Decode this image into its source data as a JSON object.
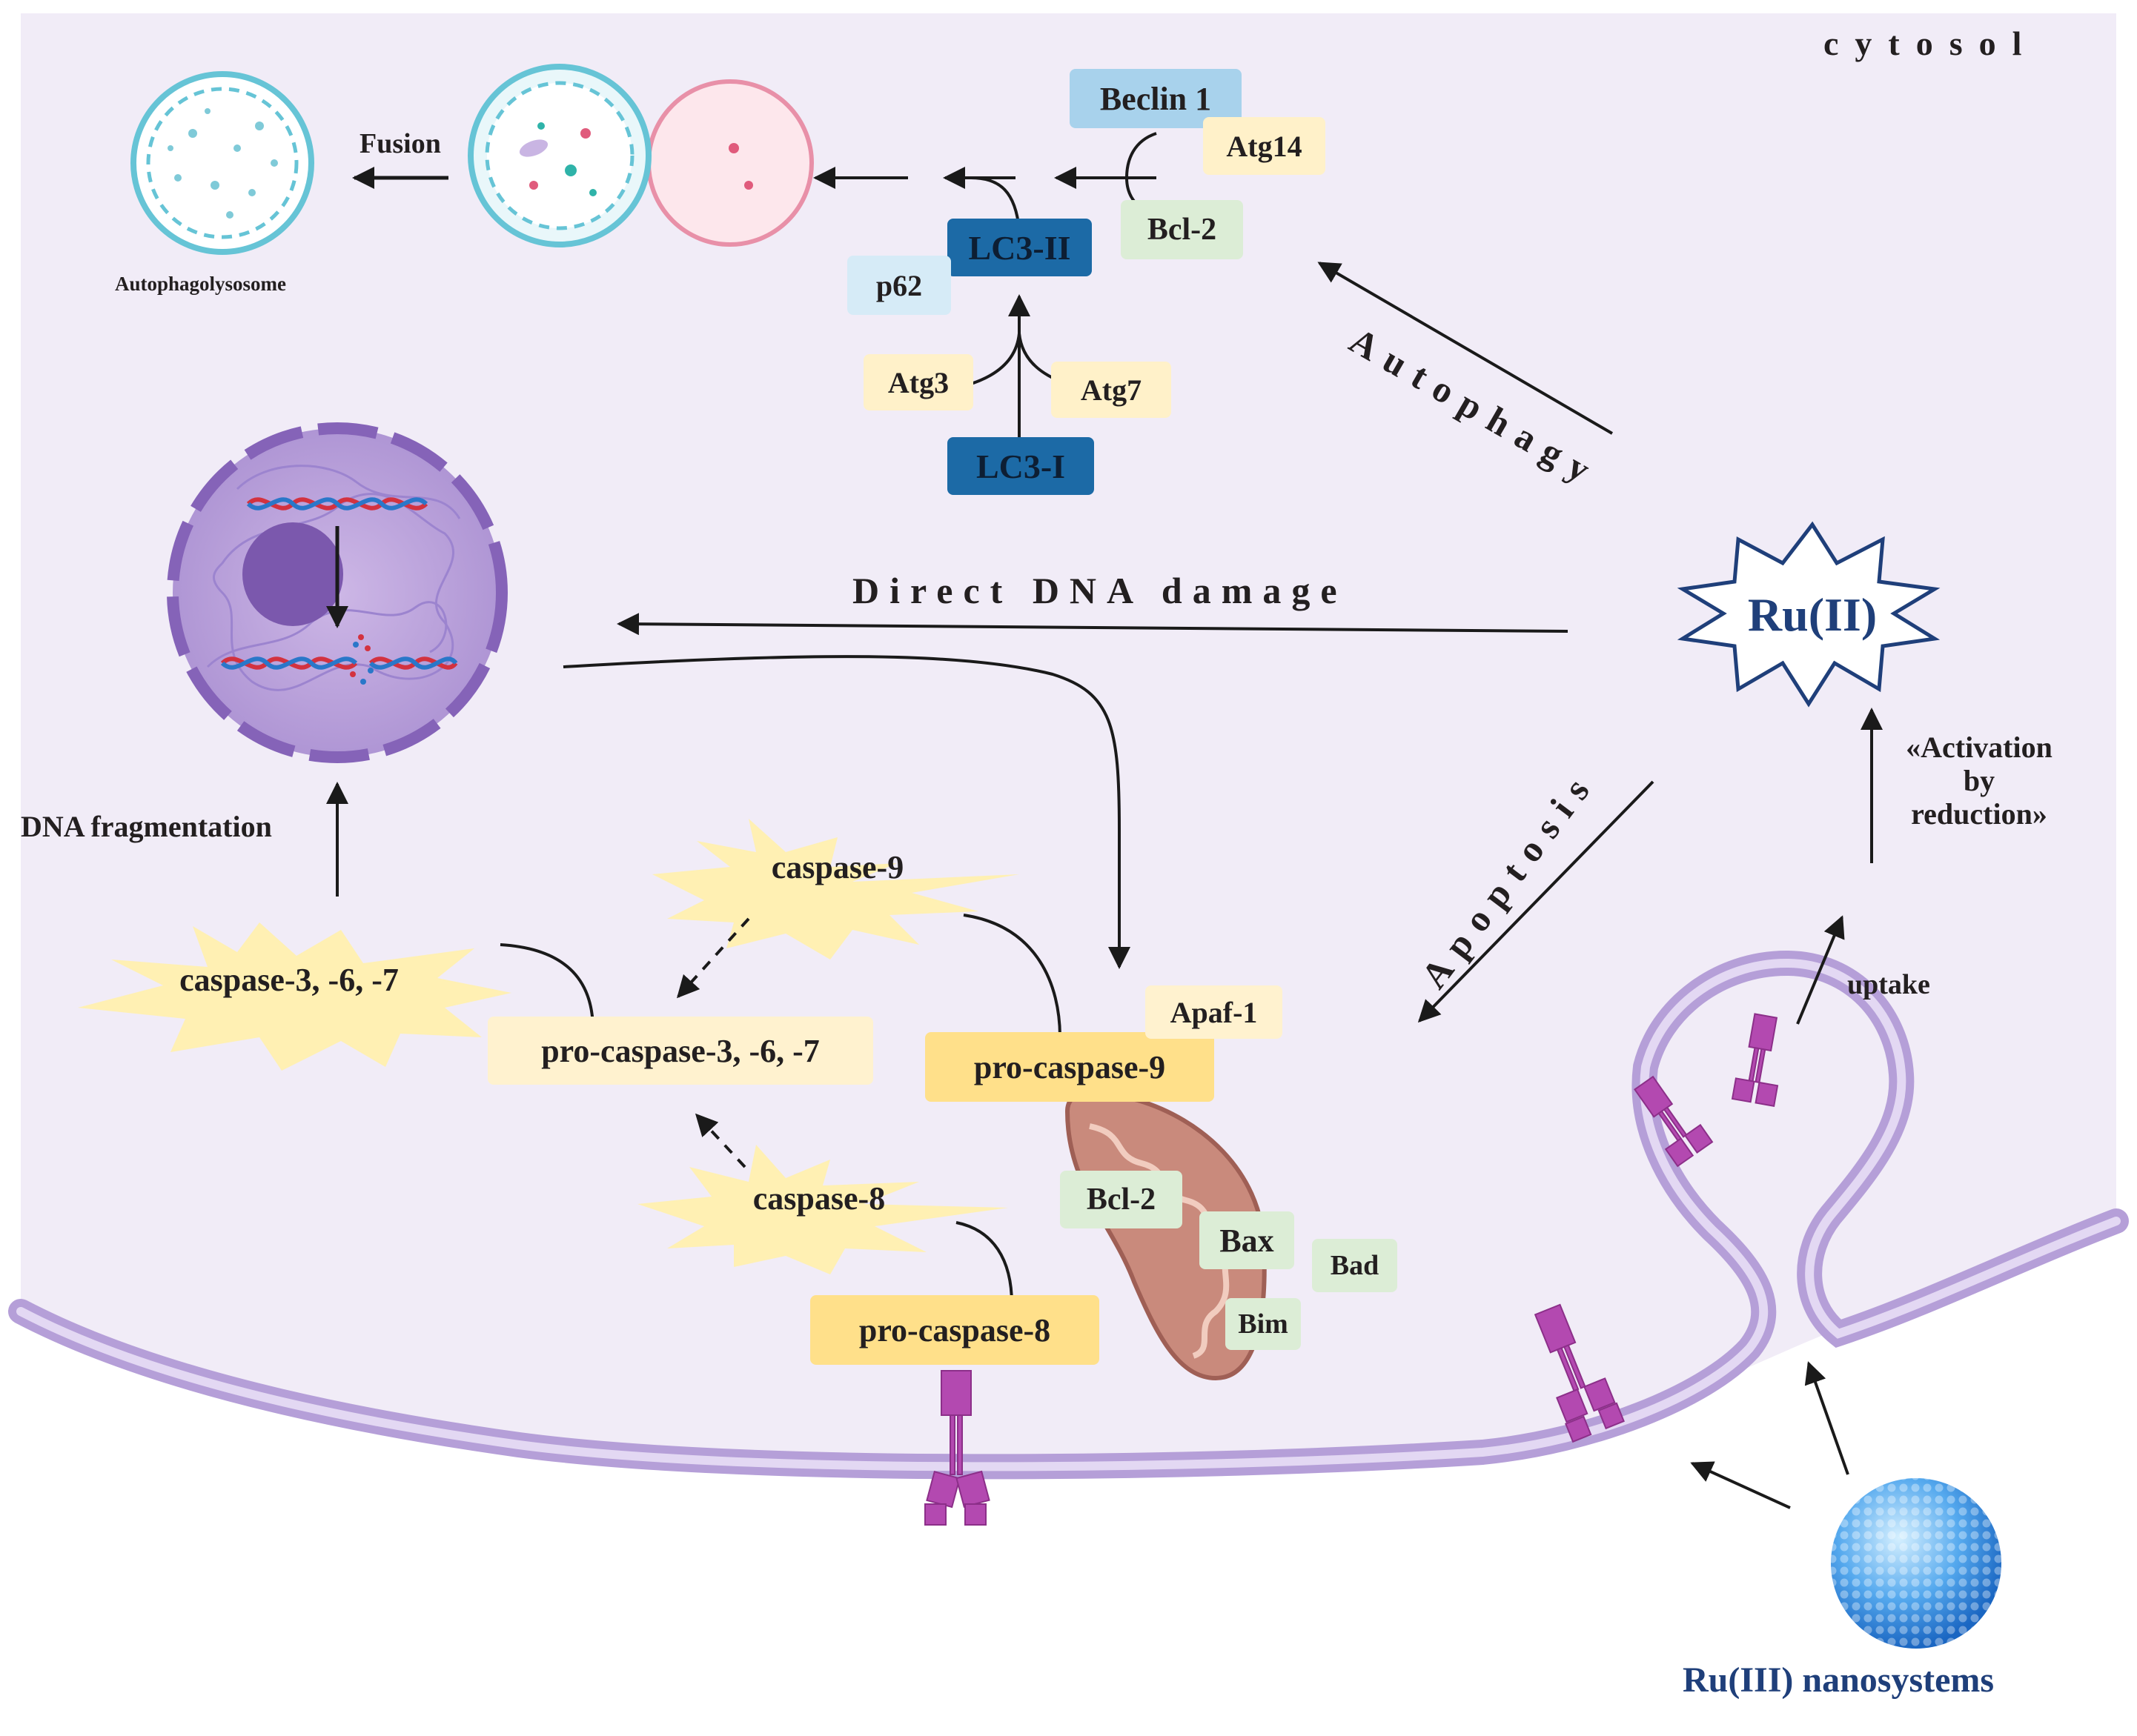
{
  "compartment_label": "cytosol",
  "vesicles": {
    "fusion_label": "Fusion",
    "autophagolysosome_label": "Autophagolysosome"
  },
  "autophagy": {
    "label": "Autophagy",
    "beclin": "Beclin 1",
    "atg14": "Atg14",
    "bcl2": "Bcl-2",
    "lc3_ii": "LC3-II",
    "p62": "p62",
    "atg3": "Atg3",
    "atg7": "Atg7",
    "lc3_i": "LC3-I"
  },
  "dna": {
    "direct_damage_label": "Direct DNA damage",
    "fragmentation_label": "DNA fragmentation"
  },
  "ruthenium": {
    "ru2_label": "Ru(II)",
    "activation_label_line1": "«Activation",
    "activation_label_line2": "by",
    "activation_label_line3": "reduction»",
    "uptake_label": "uptake",
    "nanosystems_label": "Ru(III) nanosystems"
  },
  "apoptosis": {
    "label": "Apoptosis",
    "caspase9": "caspase-9",
    "caspase367": "caspase-3, -6, -7",
    "procaspase367": "pro-caspase-3, -6, -7",
    "caspase8": "caspase-8",
    "procaspase8": "pro-caspase-8",
    "procaspase9": "pro-caspase-9",
    "apaf1": "Apaf-1",
    "bcl2": "Bcl-2",
    "bax": "Bax",
    "bad": "Bad",
    "bim": "Bim"
  },
  "colors": {
    "cytosol": "#f1ecf7",
    "membrane": "#b59fd8",
    "receptor": "#b349b0",
    "lc3_box": "#1c6aa6",
    "beclin_box": "#a8d2ec",
    "atg_box": "#fff1c9",
    "bcl_box": "#dcedd6",
    "caspase_star": "#fff0b3",
    "procaspase_box": "#ffe08a",
    "ru_label": "#1f3f7a",
    "mitochondrion": "#c98a7c",
    "nanoparticle": "#3e9ae4"
  }
}
